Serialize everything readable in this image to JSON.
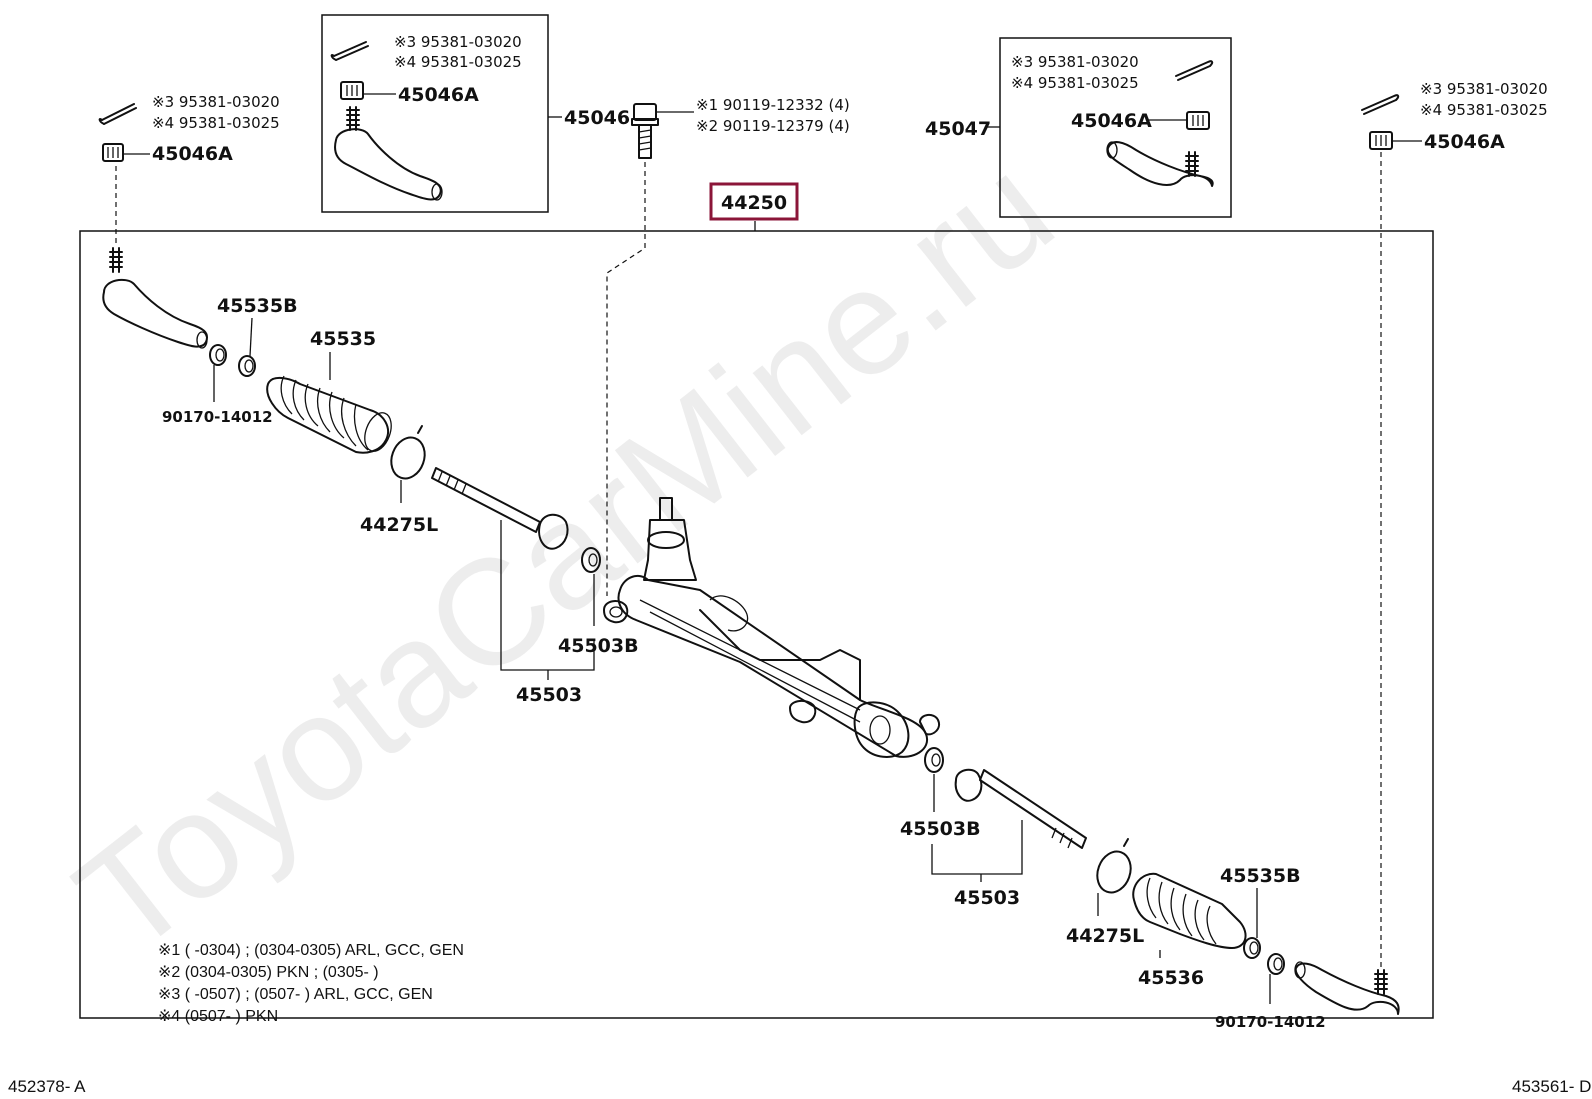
{
  "watermark": "ToyotaCarMine.ru",
  "highlighted_part": "44250",
  "labels": {
    "tl_ref1": "※3 95381-03020",
    "tl_ref2": "※4 95381-03025",
    "tl_nut": "45046A",
    "box1_ref1": "※3 95381-03020",
    "box1_ref2": "※4 95381-03025",
    "box1_nut": "45046A",
    "box1_part": "45046",
    "bolt_ref1": "※1 90119-12332 (4)",
    "bolt_ref2": "※2 90119-12379 (4)",
    "box2_ref1": "※3 95381-03020",
    "box2_ref2": "※4 95381-03025",
    "box2_nut": "45046A",
    "box2_part": "45047",
    "tr_ref1": "※3 95381-03020",
    "tr_ref2": "※4 95381-03025",
    "tr_nut": "45046A",
    "main": "44250",
    "clamp_l": "45535B",
    "boot_l": "45535",
    "ring_l": "90170-14012",
    "band_l": "44275L",
    "washer_l": "45503B",
    "rod_l": "45503",
    "washer_r": "45503B",
    "rod_r": "45503",
    "band_r": "44275L",
    "boot_r": "45536",
    "clamp_r": "45535B",
    "ring_r": "90170-14012"
  },
  "notes": [
    "※1 (        -0304) ; (0304-0305) ARL, GCC, GEN",
    "※2 (0304-0305) PKN ; (0305-        )",
    "※3 (        -0507) ; (0507-        ) ARL, GCC, GEN",
    "※4 (0507-        ) PKN"
  ],
  "footer": {
    "left": "452378- A",
    "right": "453561- D"
  }
}
